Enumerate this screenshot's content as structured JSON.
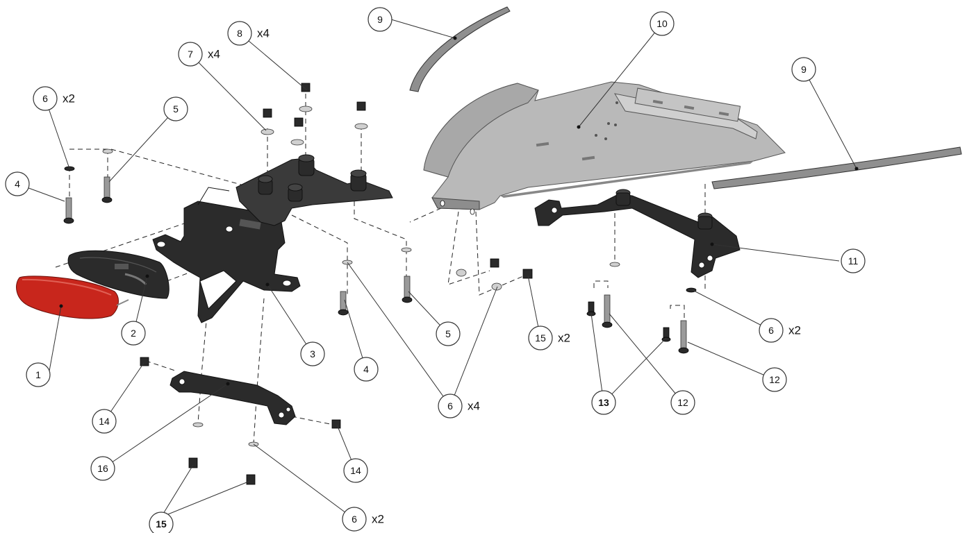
{
  "diagram": {
    "callouts": [
      {
        "id": "c1",
        "num": "1",
        "qty": ""
      },
      {
        "id": "c2",
        "num": "2",
        "qty": ""
      },
      {
        "id": "c3",
        "num": "3",
        "qty": ""
      },
      {
        "id": "c4a",
        "num": "4",
        "qty": ""
      },
      {
        "id": "c4b",
        "num": "4",
        "qty": ""
      },
      {
        "id": "c5a",
        "num": "5",
        "qty": ""
      },
      {
        "id": "c5b",
        "num": "5",
        "qty": ""
      },
      {
        "id": "c6a",
        "num": "6",
        "qty": "x2"
      },
      {
        "id": "c6b",
        "num": "6",
        "qty": "x4"
      },
      {
        "id": "c6c",
        "num": "6",
        "qty": "x2"
      },
      {
        "id": "c6d",
        "num": "6",
        "qty": "x2"
      },
      {
        "id": "c7",
        "num": "7",
        "qty": "x4"
      },
      {
        "id": "c8",
        "num": "8",
        "qty": "x4"
      },
      {
        "id": "c9a",
        "num": "9",
        "qty": ""
      },
      {
        "id": "c9b",
        "num": "9",
        "qty": ""
      },
      {
        "id": "c10",
        "num": "10",
        "qty": ""
      },
      {
        "id": "c11",
        "num": "11",
        "qty": ""
      },
      {
        "id": "c12a",
        "num": "12",
        "qty": ""
      },
      {
        "id": "c12b",
        "num": "12",
        "qty": ""
      },
      {
        "id": "c13",
        "num": "13",
        "qty": ""
      },
      {
        "id": "c14a",
        "num": "14",
        "qty": ""
      },
      {
        "id": "c14b",
        "num": "14",
        "qty": ""
      },
      {
        "id": "c15a",
        "num": "15",
        "qty": "x2"
      },
      {
        "id": "c15b",
        "num": "15",
        "qty": ""
      },
      {
        "id": "c16",
        "num": "16",
        "qty": ""
      }
    ],
    "colors": {
      "tail_light": "#c8261c",
      "bracket": "#2b2b2b",
      "undertray": "#b9b9b9",
      "leader_line": "#333333"
    }
  }
}
